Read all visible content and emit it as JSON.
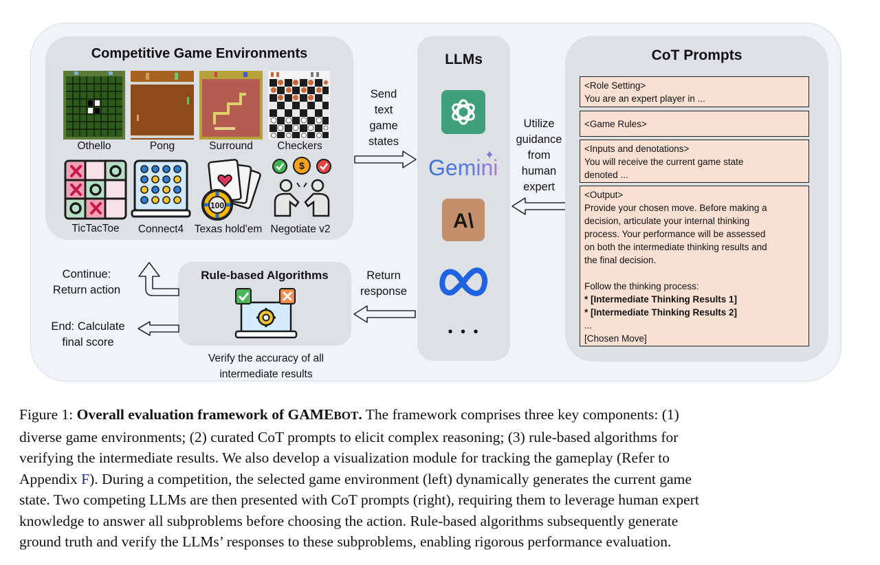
{
  "environments": {
    "title": "Competitive Game Environments",
    "games": [
      "Othello",
      "Pong",
      "Surround",
      "Checkers",
      "TicTacToe",
      "Connect4",
      "Texas hold'em",
      "Negotiate v2"
    ],
    "chip_label": "100"
  },
  "flow": {
    "send_states": [
      "Send",
      "text",
      "game",
      "states"
    ],
    "utilize_guidance": [
      "Utilize",
      "guidance",
      "from",
      "human",
      "expert"
    ],
    "return_response": [
      "Return",
      "response"
    ],
    "continue": [
      "Continue:",
      "Return action"
    ],
    "end": [
      "End: Calculate",
      "final score"
    ]
  },
  "llms": {
    "title": "LLMs",
    "models": [
      "ChatGPT",
      "Gemini",
      "Anthropic",
      "Meta"
    ],
    "gemini_text": "Gemini",
    "anthropic_mark": "A\\",
    "more": "• • •"
  },
  "cot": {
    "title": "CoT Prompts",
    "role_setting": [
      "<Role Setting>",
      "You are an expert player in ..."
    ],
    "game_rules": [
      "<Game Rules>"
    ],
    "inputs": [
      "<Inputs and denotations>",
      "You will receive the current game state",
      "denoted ..."
    ],
    "output": [
      "<Output>",
      "Provide your chosen move. Before making a",
      "decision, articulate your internal thinking",
      "process. Your performance will be assessed",
      "on both the intermediate thinking results and",
      "the final decision.",
      "",
      "Follow the thinking process:"
    ],
    "output_bold": [
      "* [Intermediate Thinking Results 1]",
      "* [Intermediate Thinking Results 2]"
    ],
    "output_tail": [
      "...",
      "[Chosen Move]"
    ]
  },
  "rule_based": {
    "title": "Rule-based Algorithms",
    "verify": [
      "Verify the accuracy of all",
      "intermediate results"
    ]
  },
  "caption": {
    "label": "Figure 1:",
    "bold_title": "Overall evaluation framework of GAME",
    "bold_title_sc": "BOT",
    "bold_title_end": ".",
    "line1_rest": "The framework comprises three key components: (1)",
    "line2": "diverse game environments; (2) curated CoT prompts to elicit complex reasoning; (3) rule-based algorithms for",
    "line3": "verifying the intermediate results.  We also develop a visualization module for tracking the gameplay (Refer to",
    "line4_pre": "Appendix",
    "line4_link": "F",
    "line4_post": "). During a competition, the selected game environment (left) dynamically generates the current game",
    "line5": "state. Two competing LLMs are then presented with CoT prompts (right), requiring them to leverage human expert",
    "line6": "knowledge to answer all subproblems before choosing the action. Rule-based algorithms subsequently generate",
    "line7": "ground truth and verify the LLMs’ responses to these subproblems, enabling rigorous performance evaluation."
  }
}
